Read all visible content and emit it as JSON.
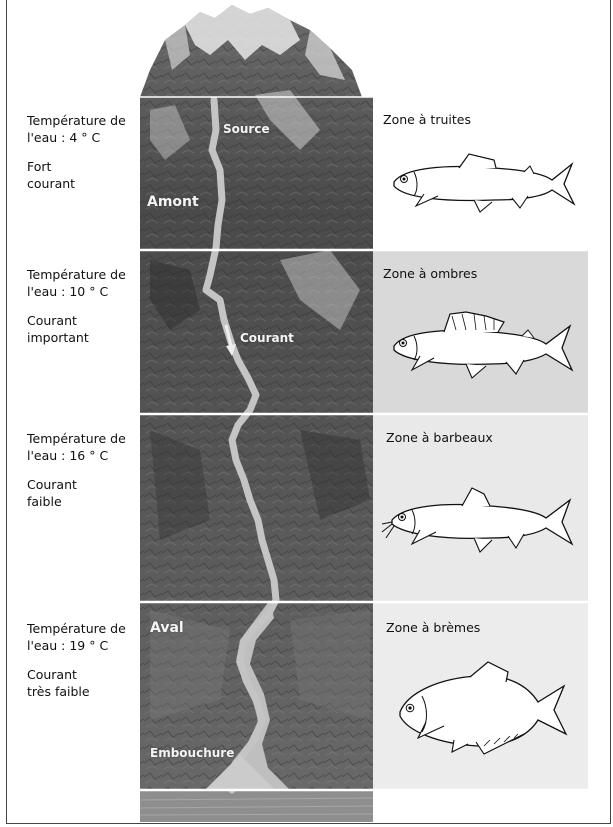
{
  "colors": {
    "zone_band_light": "#ededed",
    "zone_band_mid": "#d8d8d8",
    "river": "#bfbfbf",
    "mountain_dark": "#3a3a3a"
  },
  "image_labels": {
    "source": "Source",
    "amont": "Amont",
    "courant": "Courant",
    "aval": "Aval",
    "embouchure": "Embouchure"
  },
  "zones": [
    {
      "temperature_line1": "Température de",
      "temperature_line2": "l'eau : 4 ° C",
      "current_line1": "Fort",
      "current_line2": "courant",
      "zone_label": "Zone à truites",
      "fish_icon": "trout-icon"
    },
    {
      "temperature_line1": "Température de",
      "temperature_line2": "l'eau : 10 ° C",
      "current_line1": "Courant",
      "current_line2": "important",
      "zone_label": "Zone à ombres",
      "fish_icon": "grayling-icon"
    },
    {
      "temperature_line1": "Température de",
      "temperature_line2": "l'eau : 16 ° C",
      "current_line1": "Courant",
      "current_line2": "faible",
      "zone_label": "Zone à barbeaux",
      "fish_icon": "barbel-icon"
    },
    {
      "temperature_line1": "Température de",
      "temperature_line2": "l'eau : 19 ° C",
      "current_line1": "Courant",
      "current_line2": "très faible",
      "zone_label": "Zone à brèmes",
      "fish_icon": "bream-icon"
    }
  ]
}
